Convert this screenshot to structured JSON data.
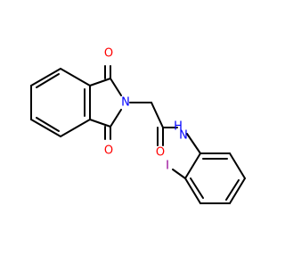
{
  "molecule": {
    "atom_labels": {
      "o_upper": "O",
      "o_lower": "O",
      "o_amide": "O",
      "n_imide": "N",
      "n_amide": "N",
      "h_amide": "H",
      "iodine": "I"
    },
    "colors": {
      "bond": "#000000",
      "oxygen": "#ff0000",
      "nitrogen": "#0000ff",
      "iodine": "#940094",
      "background": "#ffffff"
    }
  }
}
